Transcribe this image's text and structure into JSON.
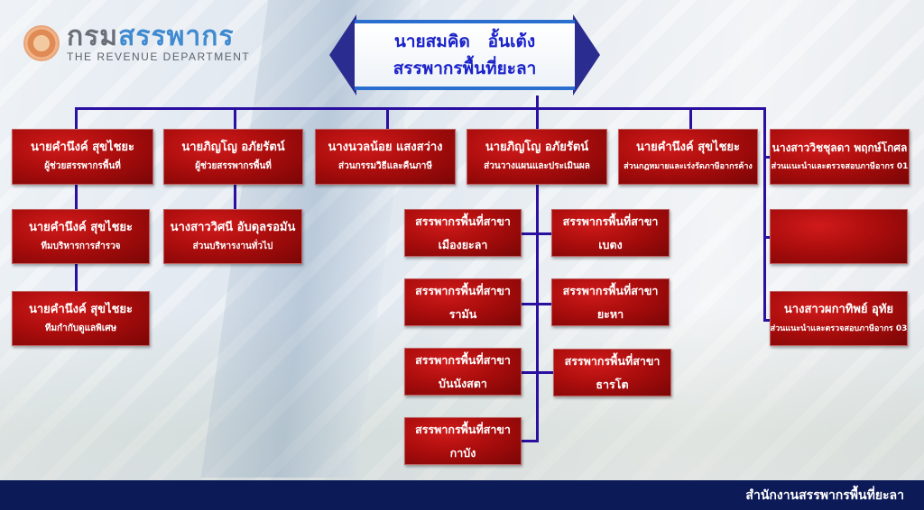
{
  "logo": {
    "thai": "กรมสรรพากร",
    "english": "THE REVENUE DEPARTMENT"
  },
  "head": {
    "name": "นายสมคิด   อั้นเต้ง",
    "title": "สรรพากรพื้นที่ยะลา"
  },
  "top_row": [
    {
      "name": "นายคำนึงค์ สุขไชยะ",
      "role": "ผู้ช่วยสรรพากรพื้นที่"
    },
    {
      "name": "นายภิญโญ อภัยรัตน์",
      "role": "ผู้ช่วยสรรพากรพื้นที่"
    },
    {
      "name": "นางนวลน้อย แสงสว่าง",
      "role": "ส่วนกรรมวิธีและคืนภาษี"
    },
    {
      "name": "นายภิญโญ อภัยรัตน์",
      "role": "ส่วนวางแผนและประเมินผล"
    },
    {
      "name": "นายคำนึงค์ สุขไชยะ",
      "role": "ส่วนกฎหมายและเร่งรัดภาษีอากรค้าง"
    },
    {
      "name": "นางสาววิชชุลดา พฤกษ์โกศล",
      "role": "ส่วนแนะนำและตรวจสอบภาษีอากร 01"
    }
  ],
  "col1": [
    {
      "name": "นายคำนึงค์ สุขไชยะ",
      "role": "ทีมบริหารการสำรวจ"
    },
    {
      "name": "นายคำนึงค์ สุขไชยะ",
      "role": "ทีมกำกับดูแลพิเศษ"
    }
  ],
  "col2": [
    {
      "name": "นางสาววิศนี อับดุลรอมัน",
      "role": "ส่วนบริหารงานทั่วไป"
    }
  ],
  "branches": [
    {
      "name": "สรรพากรพื้นที่สาขา",
      "role": "เมืองยะลา"
    },
    {
      "name": "สรรพากรพื้นที่สาขา",
      "role": "เบตง"
    },
    {
      "name": "สรรพากรพื้นที่สาขา",
      "role": "รามัน"
    },
    {
      "name": "สรรพากรพื้นที่สาขา",
      "role": "ยะหา"
    },
    {
      "name": "สรรพากรพื้นที่สาขา",
      "role": "บันนังสตา"
    },
    {
      "name": "สรรพากรพื้นที่สาขา",
      "role": "ธารโต"
    },
    {
      "name": "สรรพากรพื้นที่สาขา",
      "role": "กาบัง"
    }
  ],
  "col6": [
    {
      "name": "นางสาวผกาทิพย์ อุทัย",
      "role": "ส่วนแนะนำและตรวจสอบภาษีอากร 03"
    }
  ],
  "footer": "สำนักงานสรรพากรพื้นที่ยะลา"
}
